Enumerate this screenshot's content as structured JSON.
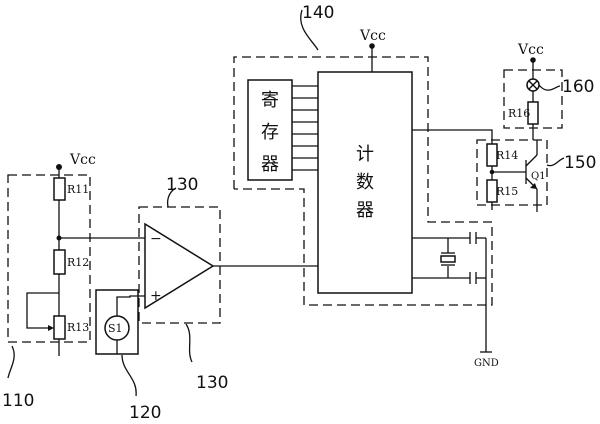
{
  "power": {
    "vcc": "Vcc",
    "gnd": "GND"
  },
  "reference_numerals": {
    "n110": "110",
    "n120": "120",
    "n130_top": "130",
    "n130_bottom": "130",
    "n140": "140",
    "n150": "150",
    "n160": "160"
  },
  "components": {
    "r11": "R11",
    "r12": "R12",
    "r13": "R13",
    "r14": "R14",
    "r15": "R15",
    "r16": "R16",
    "q1": "Q1",
    "s1": "S1",
    "op_minus": "−",
    "op_plus": "+"
  },
  "blocks": {
    "register": [
      "寄",
      "存",
      "器"
    ],
    "counter": [
      "计",
      "数",
      "器"
    ]
  }
}
